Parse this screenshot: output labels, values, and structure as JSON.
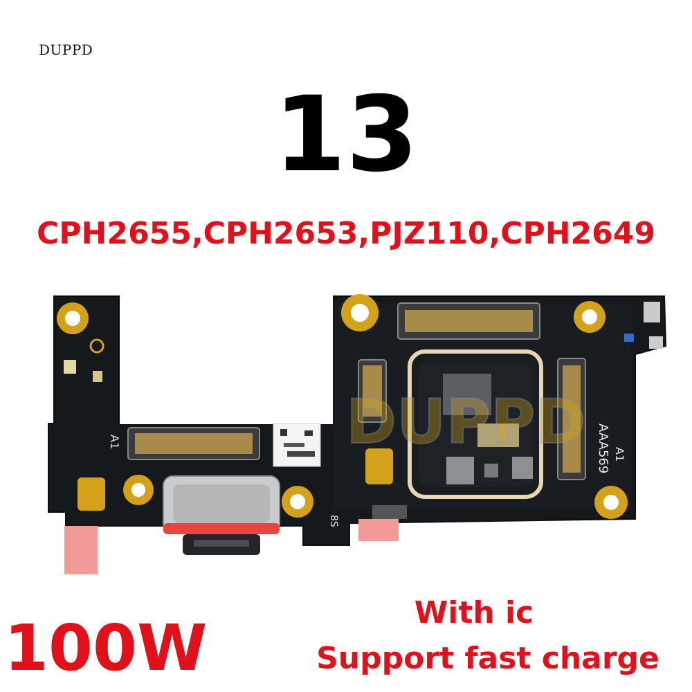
{
  "brand": "DUPPD",
  "model": "13",
  "model_codes": "CPH2655,CPH2653,PJZ110,CPH2649",
  "power": "100W",
  "features": [
    "With ic",
    "Support fast charge"
  ],
  "watermark": "DUPPD",
  "board_markings": {
    "part_code": "AAA569",
    "rev_left": "A1",
    "rev_right": "A1",
    "side_mark": "8S"
  },
  "colors": {
    "accent_red": "#e0111a",
    "pcb": "#16191c",
    "gold": "#d4a21a",
    "usb_metal": "#c9cbcd",
    "usb_gasket": "#e8453c",
    "pink_pad": "#f29a98"
  }
}
